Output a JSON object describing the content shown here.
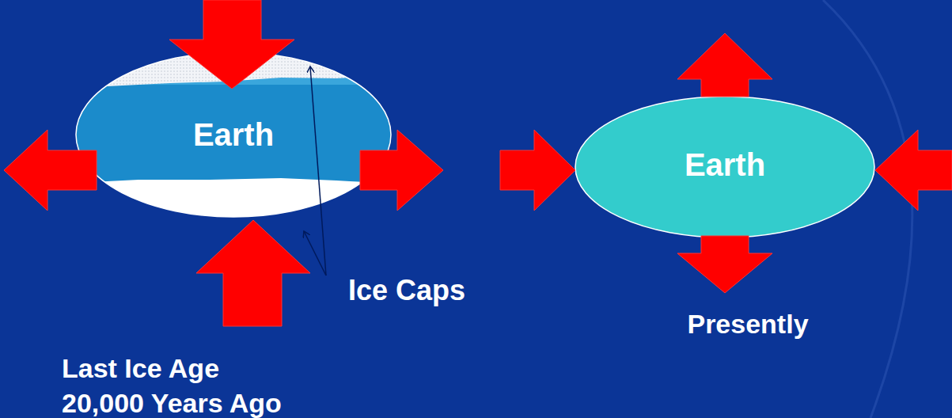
{
  "diagram": {
    "nodes": [
      {
        "text": [
          "Earth"
        ]
      },
      {
        "text": [
          "Earth"
        ]
      }
    ],
    "labels": [
      "Ice Caps",
      "Last Ice Age 20,000 Years Ago",
      "Presently"
    ]
  }
}
